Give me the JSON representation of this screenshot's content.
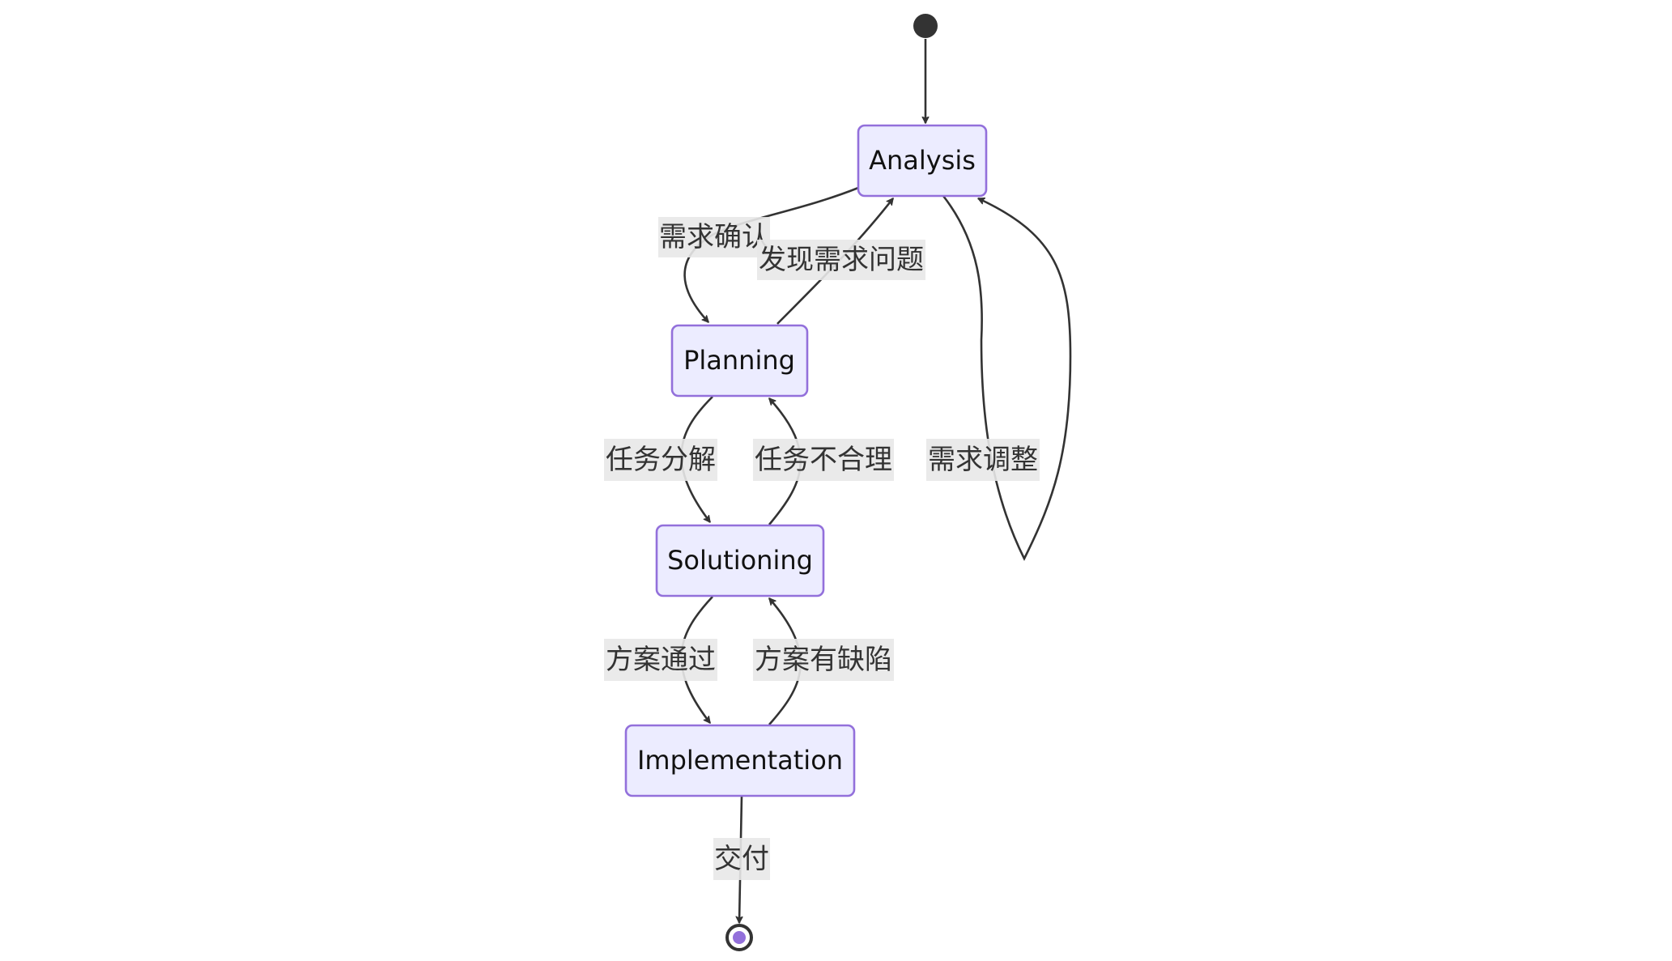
{
  "diagram": {
    "type": "state-diagram",
    "colors": {
      "node_fill": "#ECECFF",
      "node_border": "#9370DB",
      "edge": "#333333",
      "edge_label_bg": "#e8e8e8",
      "end_inner": "#9370DB"
    },
    "states": [
      {
        "id": "analysis",
        "label": "Analysis"
      },
      {
        "id": "planning",
        "label": "Planning"
      },
      {
        "id": "solutioning",
        "label": "Solutioning"
      },
      {
        "id": "implementation",
        "label": "Implementation"
      }
    ],
    "transitions": [
      {
        "from": "start",
        "to": "analysis",
        "label": ""
      },
      {
        "from": "analysis",
        "to": "planning",
        "label": "需求确认"
      },
      {
        "from": "planning",
        "to": "analysis",
        "label": "发现需求问题"
      },
      {
        "from": "analysis",
        "to": "analysis",
        "label": "需求调整"
      },
      {
        "from": "planning",
        "to": "solutioning",
        "label": "任务分解"
      },
      {
        "from": "solutioning",
        "to": "planning",
        "label": "任务不合理"
      },
      {
        "from": "solutioning",
        "to": "implementation",
        "label": "方案通过"
      },
      {
        "from": "implementation",
        "to": "solutioning",
        "label": "方案有缺陷"
      },
      {
        "from": "implementation",
        "to": "end",
        "label": "交付"
      }
    ]
  }
}
